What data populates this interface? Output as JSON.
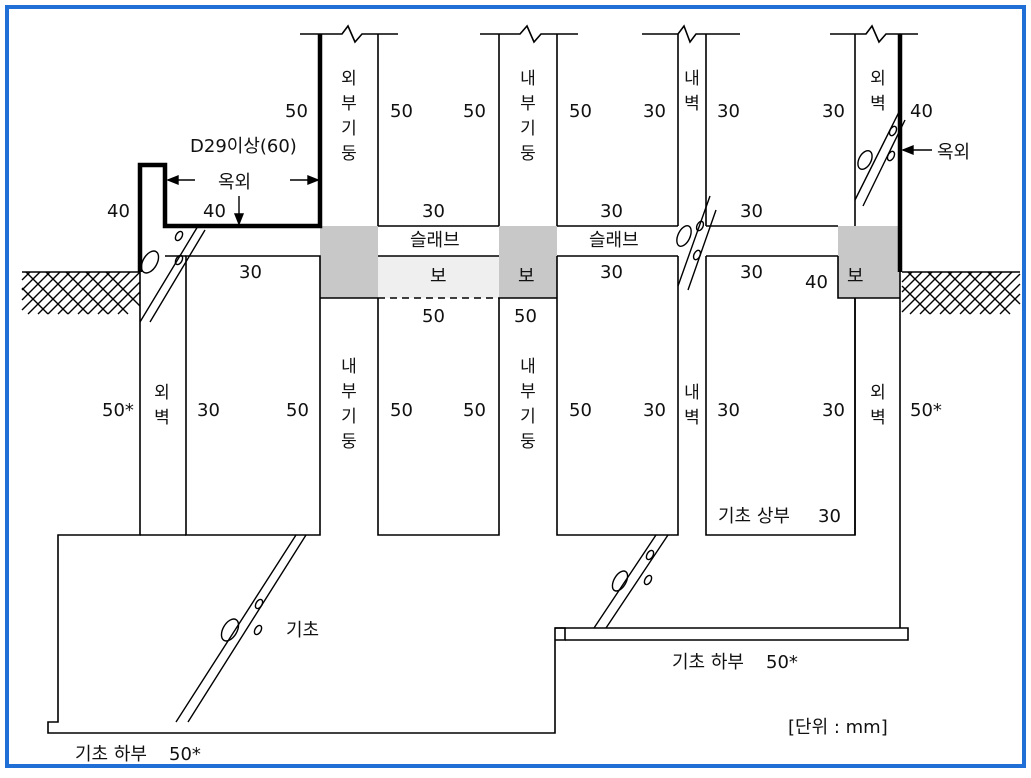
{
  "colors": {
    "frame": "#1f6fd6",
    "line": "#000000",
    "beam_fill": "#c8c8c8",
    "beam_light": "#efefef"
  },
  "labels": {
    "d29_note": "D29이상(60)",
    "outdoor_left": "옥외",
    "outdoor_right": "옥외",
    "slab_1": "슬래브",
    "slab_2": "슬래브",
    "beam_1": "보",
    "beam_2": "보",
    "beam_3": "보",
    "foundation": "기초",
    "foundation_top": "기초 상부",
    "foundation_bottom_left": "기초 하부",
    "foundation_bottom_right": "기초 하부",
    "unit": "[단위 : mm]"
  },
  "vertical_labels": {
    "upper_ext_col": "외부기둥",
    "upper_int_col": "내부기둥",
    "upper_int_wall": "내벽",
    "upper_ext_wall": "외벽",
    "lower_ext_wall_left": "외벽",
    "lower_int_col_1": "내부기둥",
    "lower_int_col_2": "내부기둥",
    "lower_int_wall": "내벽",
    "lower_ext_wall_right": "외벽"
  },
  "values": {
    "v50": "50",
    "v30": "30",
    "v40": "40",
    "v50_star": "50*"
  }
}
